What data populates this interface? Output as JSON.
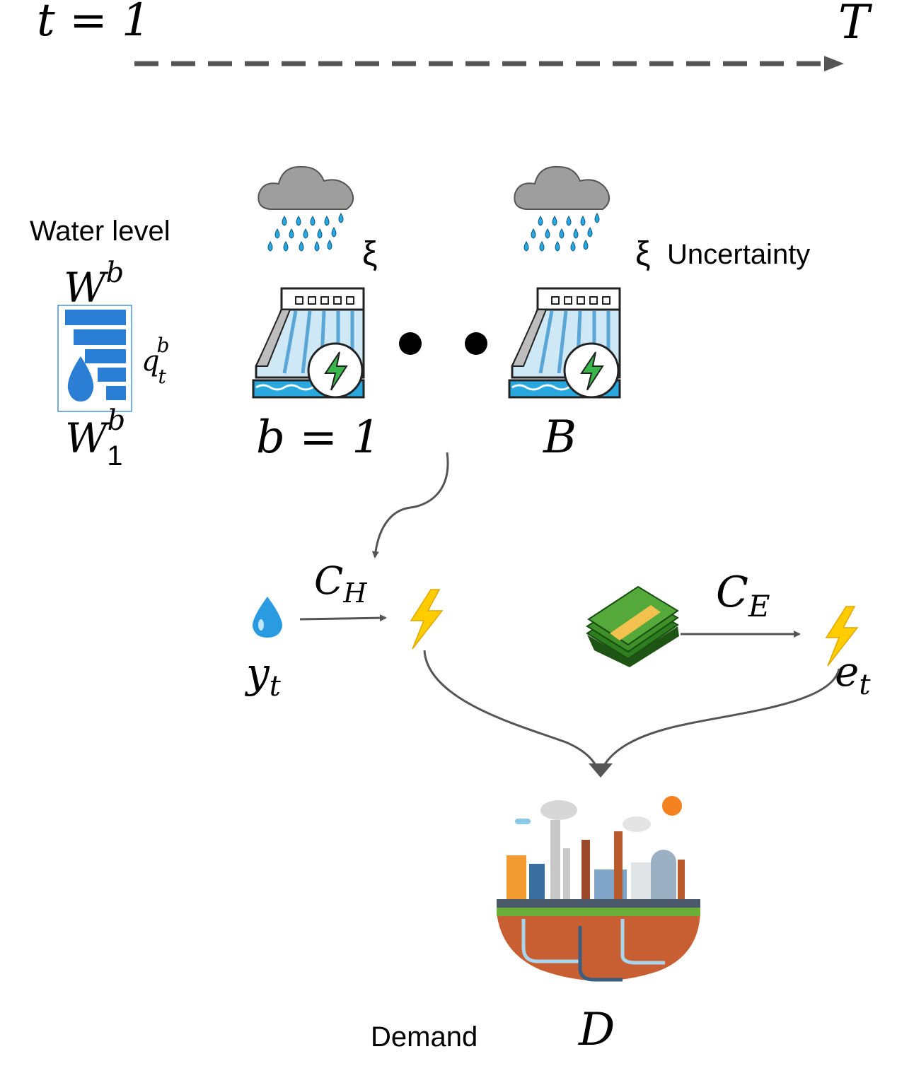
{
  "timeline": {
    "start_label": "t = 1",
    "end_label": "T"
  },
  "water_level": {
    "title": "Water level",
    "capacity": {
      "base": "W",
      "sup": "b"
    },
    "initial": {
      "base": "W",
      "sup": "b",
      "sub": "1"
    },
    "outflow": {
      "base": "q",
      "sup": "b",
      "sub": "t"
    }
  },
  "uncertainty": {
    "symbol_1": "ξ",
    "symbol_2": "ξ",
    "label": "Uncertainty"
  },
  "plants": {
    "first_label": "b = 1",
    "last_label": "B"
  },
  "hydro_flow": {
    "input": {
      "base": "y",
      "sub": "t"
    },
    "cost": {
      "base": "C",
      "sub": "H"
    }
  },
  "external_flow": {
    "cost": {
      "base": "C",
      "sub": "E"
    },
    "output": {
      "base": "e",
      "sub": "t"
    }
  },
  "demand": {
    "label": "Demand",
    "symbol": "D"
  },
  "colors": {
    "arrow": "#555555",
    "timeline": "#555555",
    "cloud": "#9e9e9e",
    "rain": "#29a8e0",
    "water_icon": "#2a7fd4",
    "bolt": "#ffcc00",
    "money": "#3f8f2a",
    "dam": "#cfe8f6",
    "energy_green": "#39b54a"
  }
}
